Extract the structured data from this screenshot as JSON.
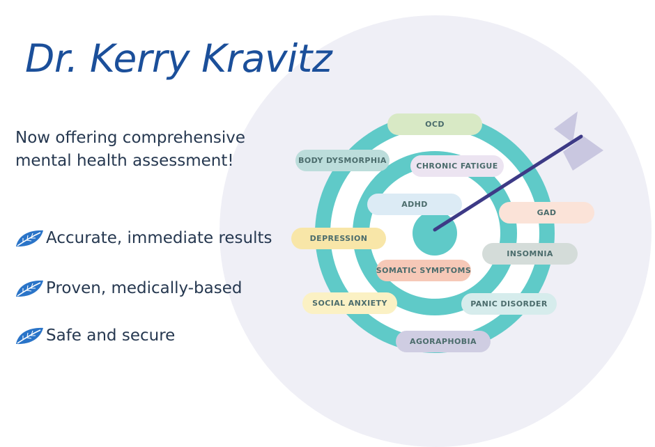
{
  "header": {
    "title": "Dr. Kerry Kravitz"
  },
  "tagline": {
    "line1": "Now offering comprehensive",
    "line2": "mental health assessment!"
  },
  "features": [
    {
      "label": "Accurate, immediate results",
      "icon": "leaf-icon"
    },
    {
      "label": "Proven, medically-based",
      "icon": "leaf-icon"
    },
    {
      "label": "Safe and secure",
      "icon": "leaf-icon"
    }
  ],
  "target": {
    "rings_color": "#5fcac8",
    "arrow_color": "#3d3a86",
    "fletching_color": "#c9c7e0",
    "labels": {
      "ocd": "OCD",
      "body_dysmorphia": "BODY DYSMORPHIA",
      "chronic_fatigue": "CHRONIC FATIGUE",
      "adhd": "ADHD",
      "gad": "GAD",
      "depression": "DEPRESSION",
      "insomnia": "INSOMNIA",
      "somatic_symptoms": "SOMATIC SYMPTOMS",
      "social_anxiety": "SOCIAL ANXIETY",
      "panic_disorder": "PANIC DISORDER",
      "agoraphobia": "AGORAPHOBIA"
    }
  },
  "colors": {
    "title": "#1b4f9a",
    "text": "#263850",
    "leaf": "#2a74c8",
    "background_circle": "#efeff6"
  }
}
